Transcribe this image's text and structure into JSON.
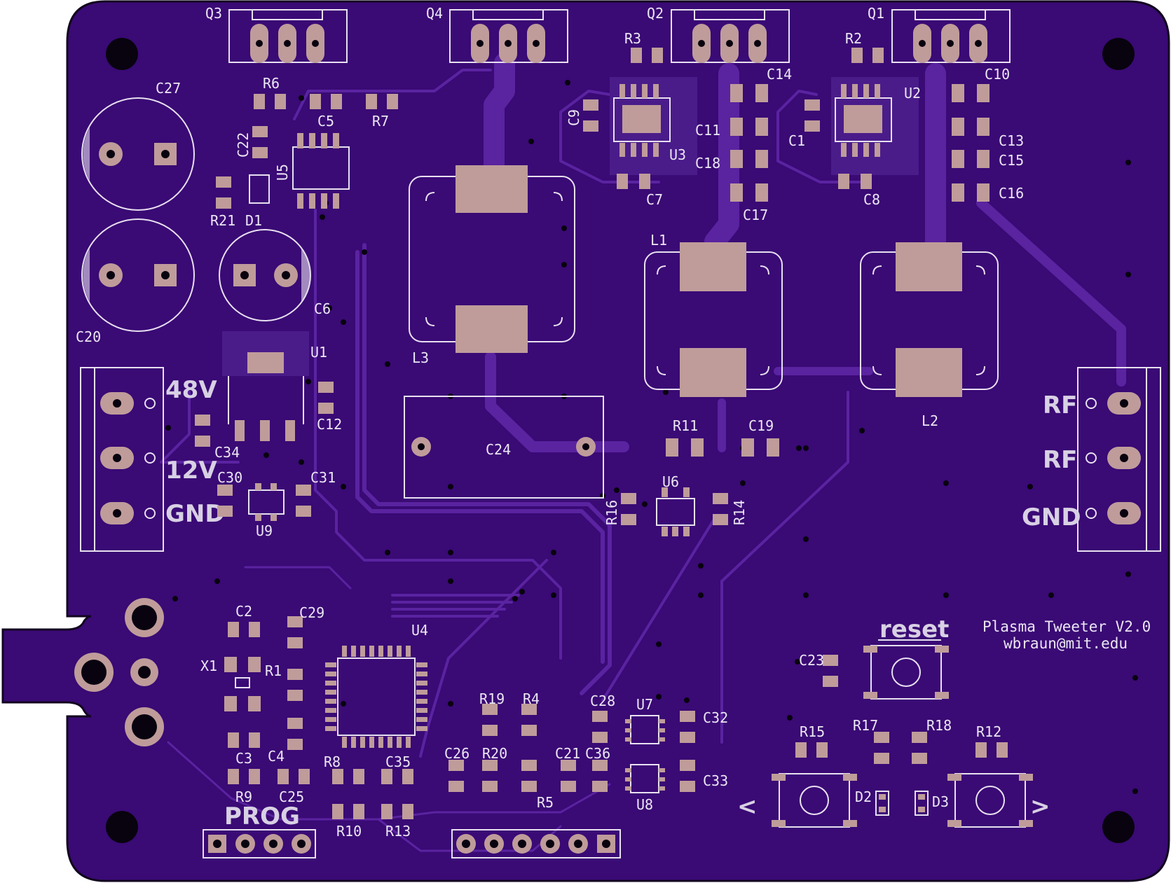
{
  "board": {
    "colors": {
      "board": "#3a0a75",
      "outline": "#12061f",
      "silkscreen": "#e8e0f0",
      "pad": "#bf9c9a",
      "trace": "#5a23a0"
    },
    "title_lines": [
      "Plasma Tweeter V2.0",
      "wbraun@mit.edu"
    ],
    "markings": {
      "v48": "48V",
      "v12": "12V",
      "gnd_left": "GND",
      "rf1": "RF",
      "rf2": "RF",
      "gnd_right": "GND",
      "prog": "PROG",
      "reset": "reset",
      "arrow_left": "<",
      "arrow_right": ">"
    },
    "refs": {
      "Q1": "Q1",
      "Q2": "Q2",
      "Q3": "Q3",
      "Q4": "Q4",
      "R1": "R1",
      "R2": "R2",
      "R3": "R3",
      "R4": "R4",
      "R5": "R5",
      "R6": "R6",
      "R7": "R7",
      "R8": "R8",
      "R9": "R9",
      "R10": "R10",
      "R11": "R11",
      "R12": "R12",
      "R13": "R13",
      "R14": "R14",
      "R15": "R15",
      "R16": "R16",
      "R17": "R17",
      "R18": "R18",
      "R19": "R19",
      "R20": "R20",
      "R21": "R21",
      "C1": "C1",
      "C2": "C2",
      "C3": "C3",
      "C4": "C4",
      "C5": "C5",
      "C6": "C6",
      "C7": "C7",
      "C8": "C8",
      "C9": "C9",
      "C10": "C10",
      "C11": "C11",
      "C12": "C12",
      "C13": "C13",
      "C14": "C14",
      "C15": "C15",
      "C16": "C16",
      "C17": "C17",
      "C18": "C18",
      "C19": "C19",
      "C20": "C20",
      "C21": "C21",
      "C22": "C22",
      "C23": "C23",
      "C24": "C24",
      "C25": "C25",
      "C26": "C26",
      "C27": "C27",
      "C28": "C28",
      "C29": "C29",
      "C30": "C30",
      "C31": "C31",
      "C32": "C32",
      "C33": "C33",
      "C34": "C34",
      "C35": "C35",
      "C36": "C36",
      "U1": "U1",
      "U2": "U2",
      "U3": "U3",
      "U4": "U4",
      "U5": "U5",
      "U6": "U6",
      "U7": "U7",
      "U8": "U8",
      "U9": "U9",
      "L1": "L1",
      "L2": "L2",
      "L3": "L3",
      "D1": "D1",
      "D2": "D2",
      "D3": "D3",
      "X1": "X1"
    }
  }
}
